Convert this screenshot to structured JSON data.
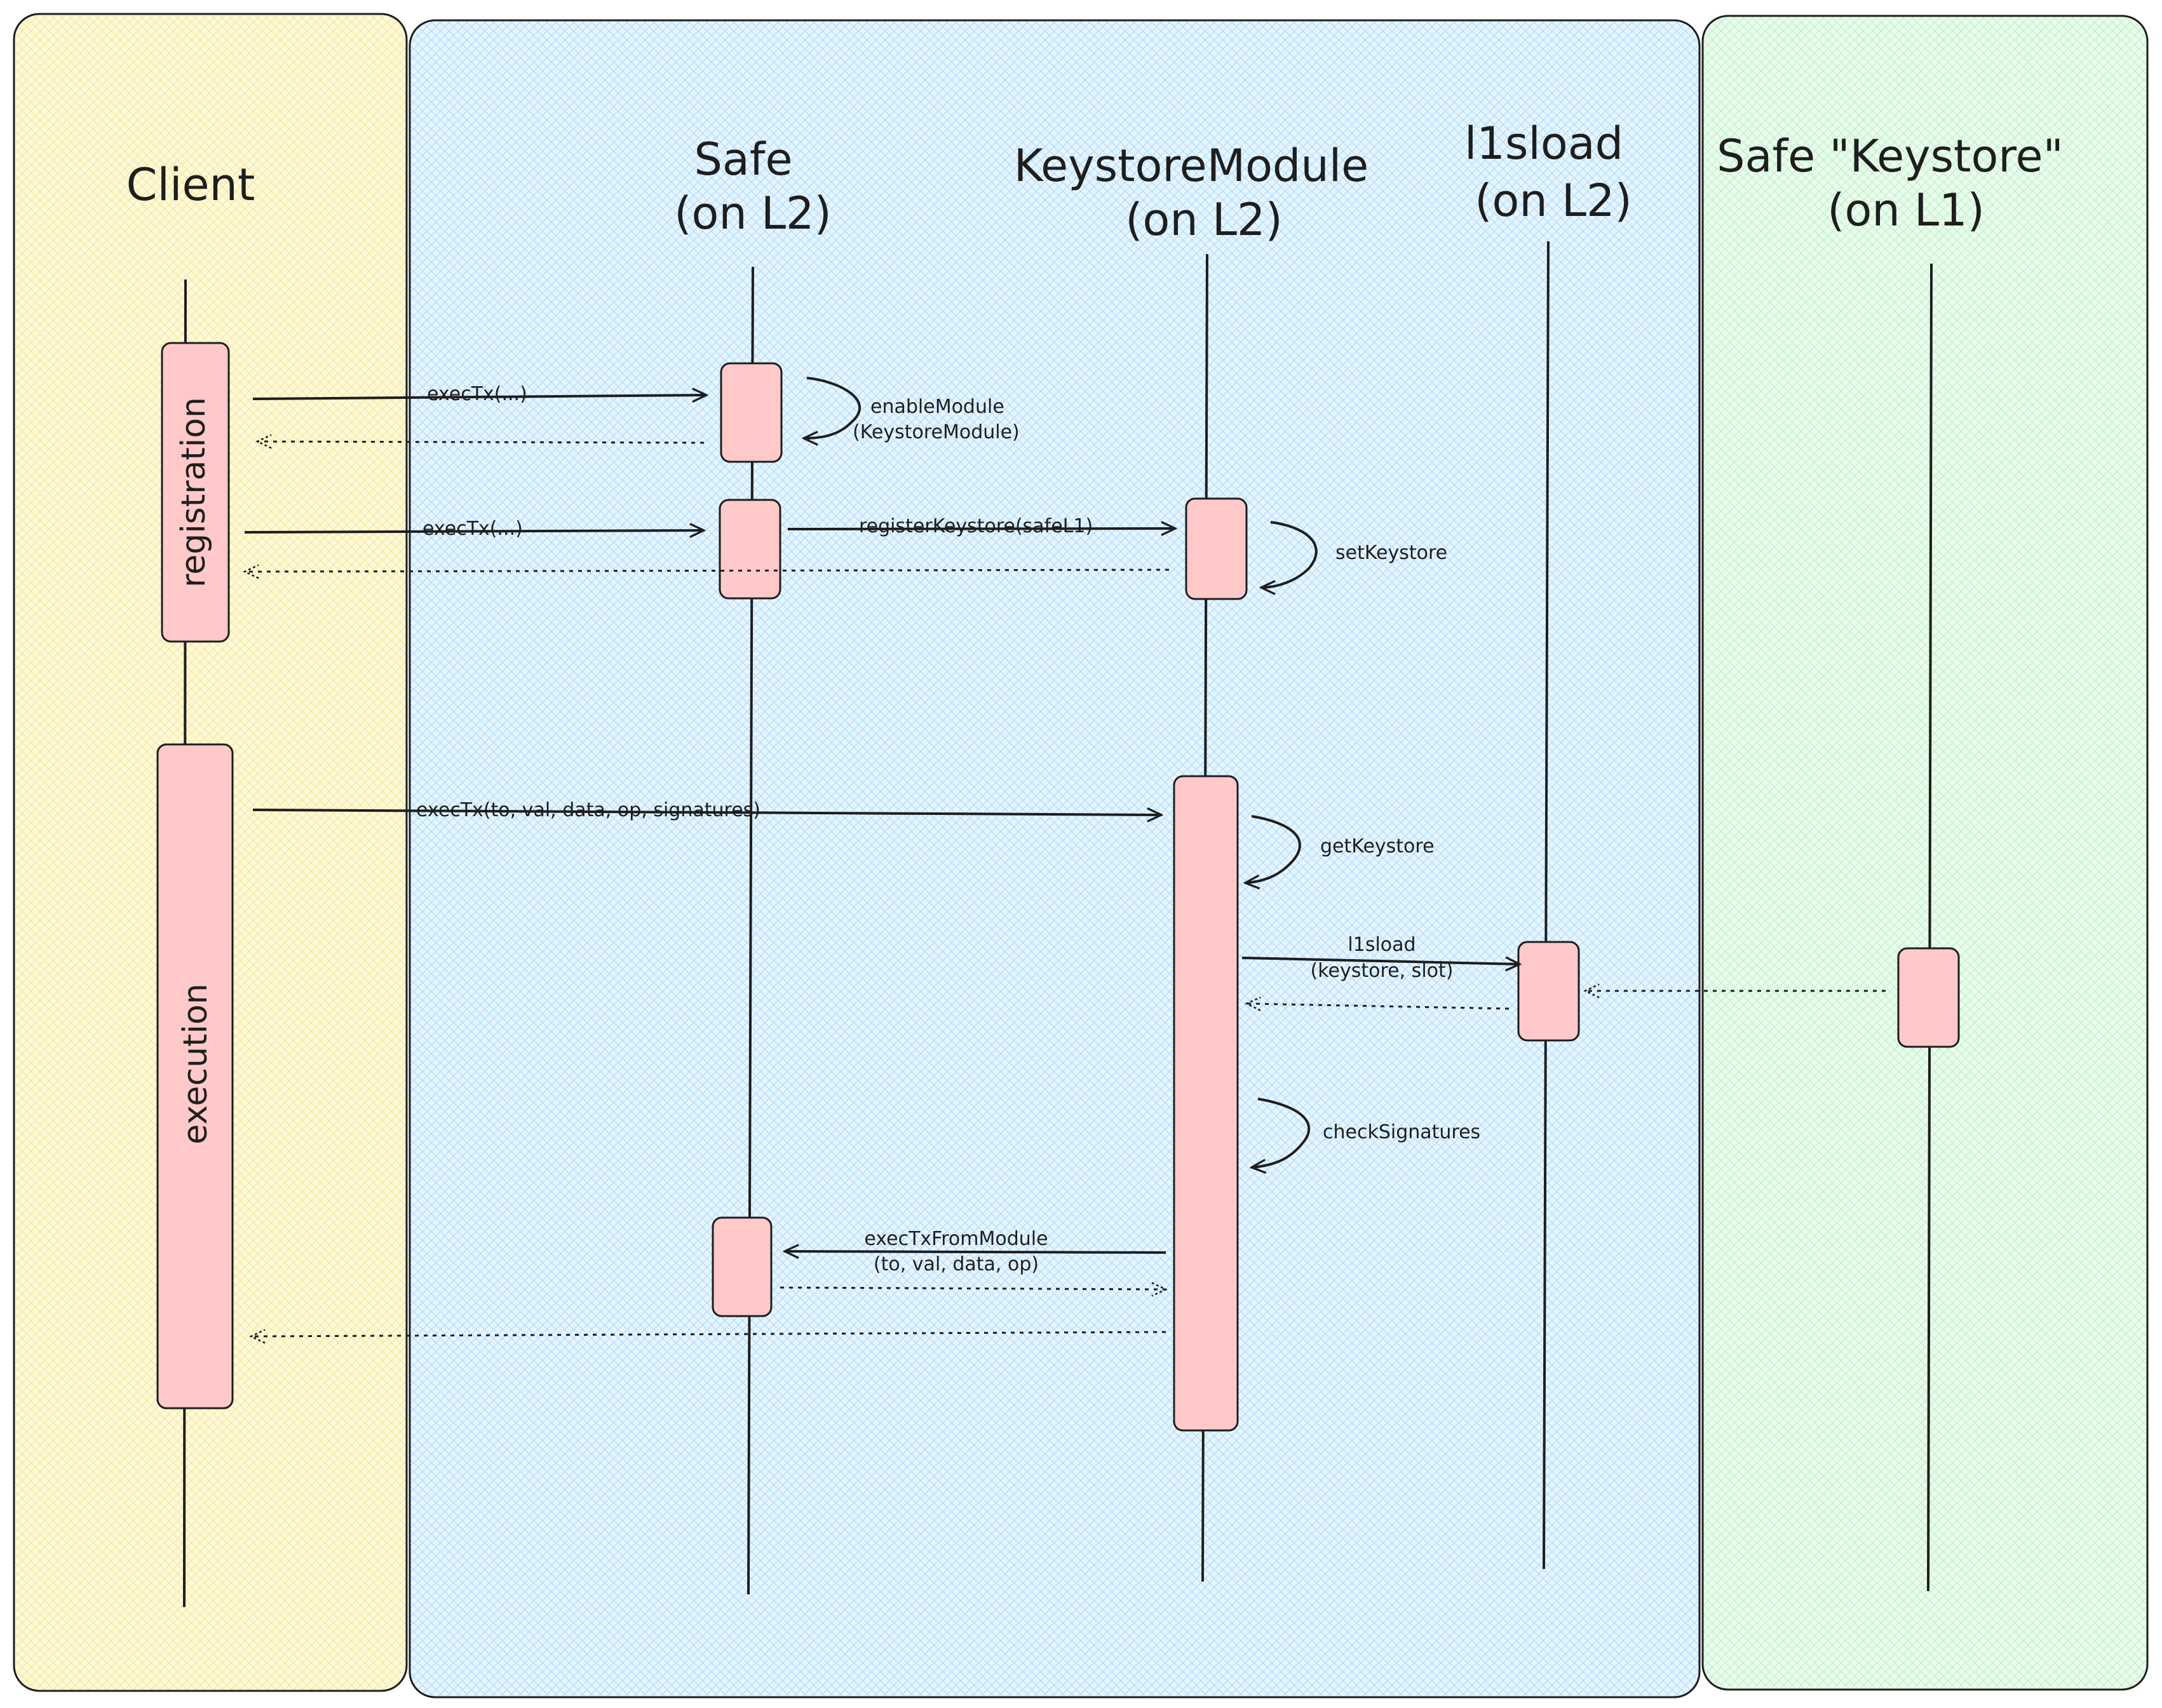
{
  "colors": {
    "client_lane_fill": "#fff9db",
    "client_lane_hatch": "#f2e58a",
    "l2_lane_fill": "#e7f5ff",
    "l2_lane_hatch": "#a5d8ff",
    "l1_lane_fill": "#ebfbee",
    "l1_lane_hatch": "#b2f2bb",
    "activation_fill": "#ffc9c9",
    "stroke": "#1e1e1e"
  },
  "participants": {
    "client": {
      "line1": "Client",
      "line2": ""
    },
    "safe": {
      "line1": "Safe",
      "line2": "(on L2)"
    },
    "keystore_module": {
      "line1": "KeystoreModule",
      "line2": "(on L2)"
    },
    "l1sload": {
      "line1": "l1sload",
      "line2": "(on L2)"
    },
    "safe_keystore": {
      "line1": "Safe \"Keystore\"",
      "line2": "(on L1)"
    }
  },
  "phases": {
    "registration": "registration",
    "execution": "execution"
  },
  "messages": {
    "exec_tx_1": "execTx(...)",
    "enable_module_1": "enableModule",
    "enable_module_2": "(KeystoreModule)",
    "exec_tx_2": "execTx(...)",
    "register_keystore": "registerKeystore(safeL1)",
    "set_keystore": "setKeystore",
    "exec_tx_full": "execTx(to, val, data, op, signatures)",
    "get_keystore": "getKeystore",
    "l1sload_1": "l1sload",
    "l1sload_2": "(keystore, slot)",
    "check_signatures": "checkSignatures",
    "exec_from_module_1": "execTxFromModule",
    "exec_from_module_2": "(to, val, data, op)"
  }
}
